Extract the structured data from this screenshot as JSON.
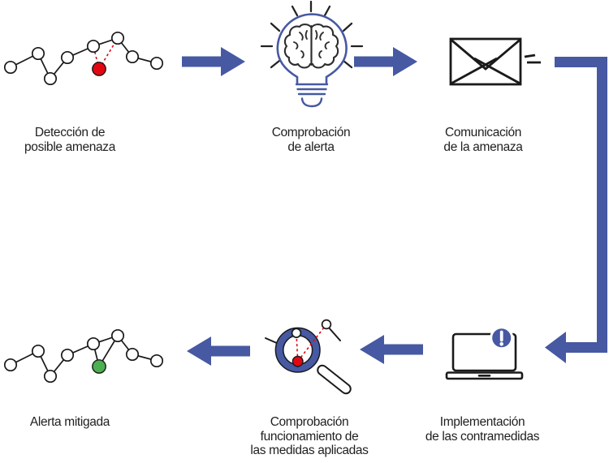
{
  "colors": {
    "background": "#ffffff",
    "accent": "#4659a2",
    "threat": "#e30613",
    "mitigated": "#4caf50",
    "ink": "#1a1a1a",
    "text": "#1f1f1f"
  },
  "diagram": {
    "steps": [
      {
        "id": "deteccion",
        "icon": "network-threat-icon",
        "label_lines": [
          "Detección de",
          "posible amenaza"
        ]
      },
      {
        "id": "comprobacion-alerta",
        "icon": "brain-bulb-icon",
        "label_lines": [
          "Comprobación",
          "de alerta"
        ]
      },
      {
        "id": "comunicacion",
        "icon": "envelope-icon",
        "label_lines": [
          "Comunicación",
          "de la amenaza"
        ]
      },
      {
        "id": "implementacion",
        "icon": "laptop-alert-icon",
        "label_lines": [
          "Implementación",
          "de las contramedidas"
        ]
      },
      {
        "id": "comprobacion-medidas",
        "icon": "magnifier-network-icon",
        "label_lines": [
          "Comprobación",
          "funcionamiento de",
          "las medidas aplicadas"
        ]
      },
      {
        "id": "alerta-mitigada",
        "icon": "network-mitigated-icon",
        "label_lines": [
          "Alerta mitigada"
        ]
      }
    ],
    "flow_icons": [
      "arrow-right-icon",
      "arrow-right-icon",
      "elbow-arrow-down-left-icon",
      "arrow-left-icon",
      "arrow-left-icon"
    ]
  }
}
